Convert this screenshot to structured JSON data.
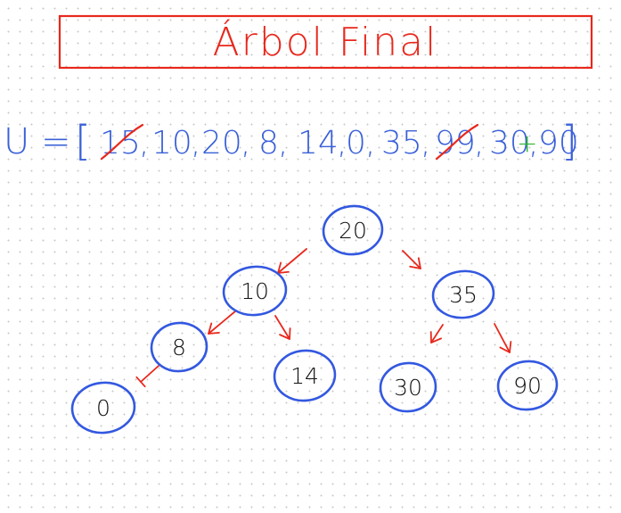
{
  "title": "Árbol Final",
  "array": {
    "prefix": "U =",
    "open_bracket": "[",
    "close_bracket": "]",
    "items": [
      {
        "text": "15",
        "crossed": true,
        "comma": true
      },
      {
        "text": "10",
        "crossed": false,
        "comma": true
      },
      {
        "text": "20",
        "crossed": false,
        "comma": true
      },
      {
        "text": "8",
        "crossed": false,
        "comma": true
      },
      {
        "text": "14",
        "crossed": false,
        "comma": true
      },
      {
        "text": "0",
        "crossed": false,
        "comma": true
      },
      {
        "text": "35",
        "crossed": false,
        "comma": true
      },
      {
        "text": "99",
        "crossed": true,
        "comma": true
      },
      {
        "text": "30",
        "crossed": false,
        "comma": true
      },
      {
        "text": "90",
        "crossed": false,
        "comma": false,
        "added": true
      }
    ],
    "plus_sign": "+"
  },
  "tree": {
    "nodes": [
      {
        "id": "n20",
        "label": "20"
      },
      {
        "id": "n10",
        "label": "10"
      },
      {
        "id": "n35",
        "label": "35"
      },
      {
        "id": "n8",
        "label": "8"
      },
      {
        "id": "n14",
        "label": "14"
      },
      {
        "id": "n30",
        "label": "30"
      },
      {
        "id": "n90",
        "label": "90"
      },
      {
        "id": "n0",
        "label": "0"
      }
    ],
    "edges": [
      {
        "from": "n20",
        "to": "n10"
      },
      {
        "from": "n20",
        "to": "n35"
      },
      {
        "from": "n10",
        "to": "n8"
      },
      {
        "from": "n10",
        "to": "n14"
      },
      {
        "from": "n35",
        "to": "n30"
      },
      {
        "from": "n35",
        "to": "n90"
      },
      {
        "from": "n8",
        "to": "n0"
      }
    ]
  },
  "colors": {
    "title": "#e8281c",
    "array_text": "#3a60d8",
    "strike": "#e8281c",
    "plus": "#2fb52f",
    "node_outline": "#3358e0",
    "node_text": "#111111",
    "edge": "#e8281c"
  }
}
